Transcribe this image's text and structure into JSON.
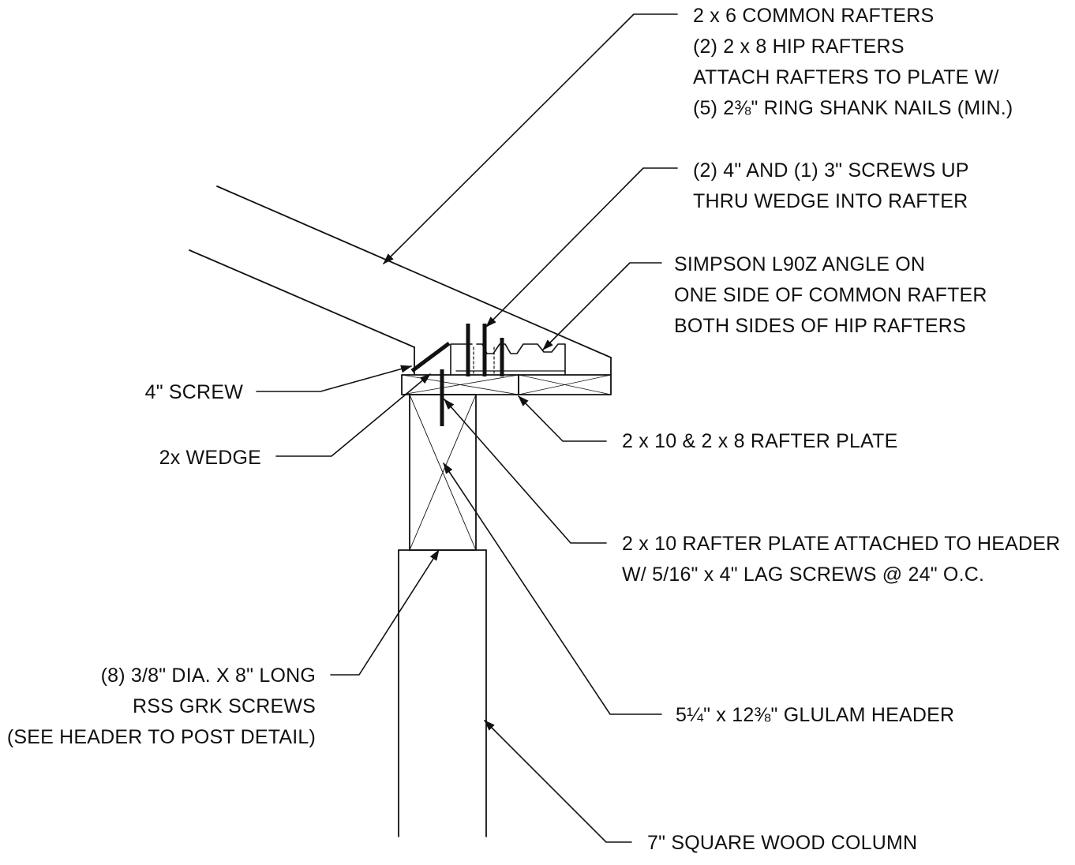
{
  "drawing": {
    "line_color": "#111111",
    "background": "#ffffff"
  },
  "callouts": {
    "rafters": [
      "2 x 6 COMMON RAFTERS",
      "(2) 2 x 8 HIP RAFTERS",
      "ATTACH RAFTERS TO PLATE W/",
      "(5) 2⅜\" RING SHANK NAILS (MIN.)"
    ],
    "screws_up": [
      "(2) 4\" AND (1) 3\" SCREWS UP",
      "THRU WEDGE INTO RAFTER"
    ],
    "angle": [
      "SIMPSON L90Z ANGLE ON",
      "ONE SIDE OF COMMON RAFTER",
      "BOTH SIDES OF HIP RAFTERS"
    ],
    "four_inch_screw": "4\" SCREW",
    "wedge": "2x WEDGE",
    "rafter_plate": "2 x 10 & 2 x 8 RAFTER PLATE",
    "plate_attached": [
      "2 x 10 RAFTER PLATE ATTACHED TO HEADER",
      "W/ 5/16\" x 4\" LAG SCREWS @ 24\" O.C."
    ],
    "grk_screws": [
      "(8) 3/8\" DIA. X 8\" LONG",
      "RSS GRK SCREWS",
      "(SEE HEADER TO POST DETAIL)"
    ],
    "glulam": "5¼\" x 12⅜\" GLULAM HEADER",
    "column": "7\" SQUARE WOOD COLUMN"
  }
}
